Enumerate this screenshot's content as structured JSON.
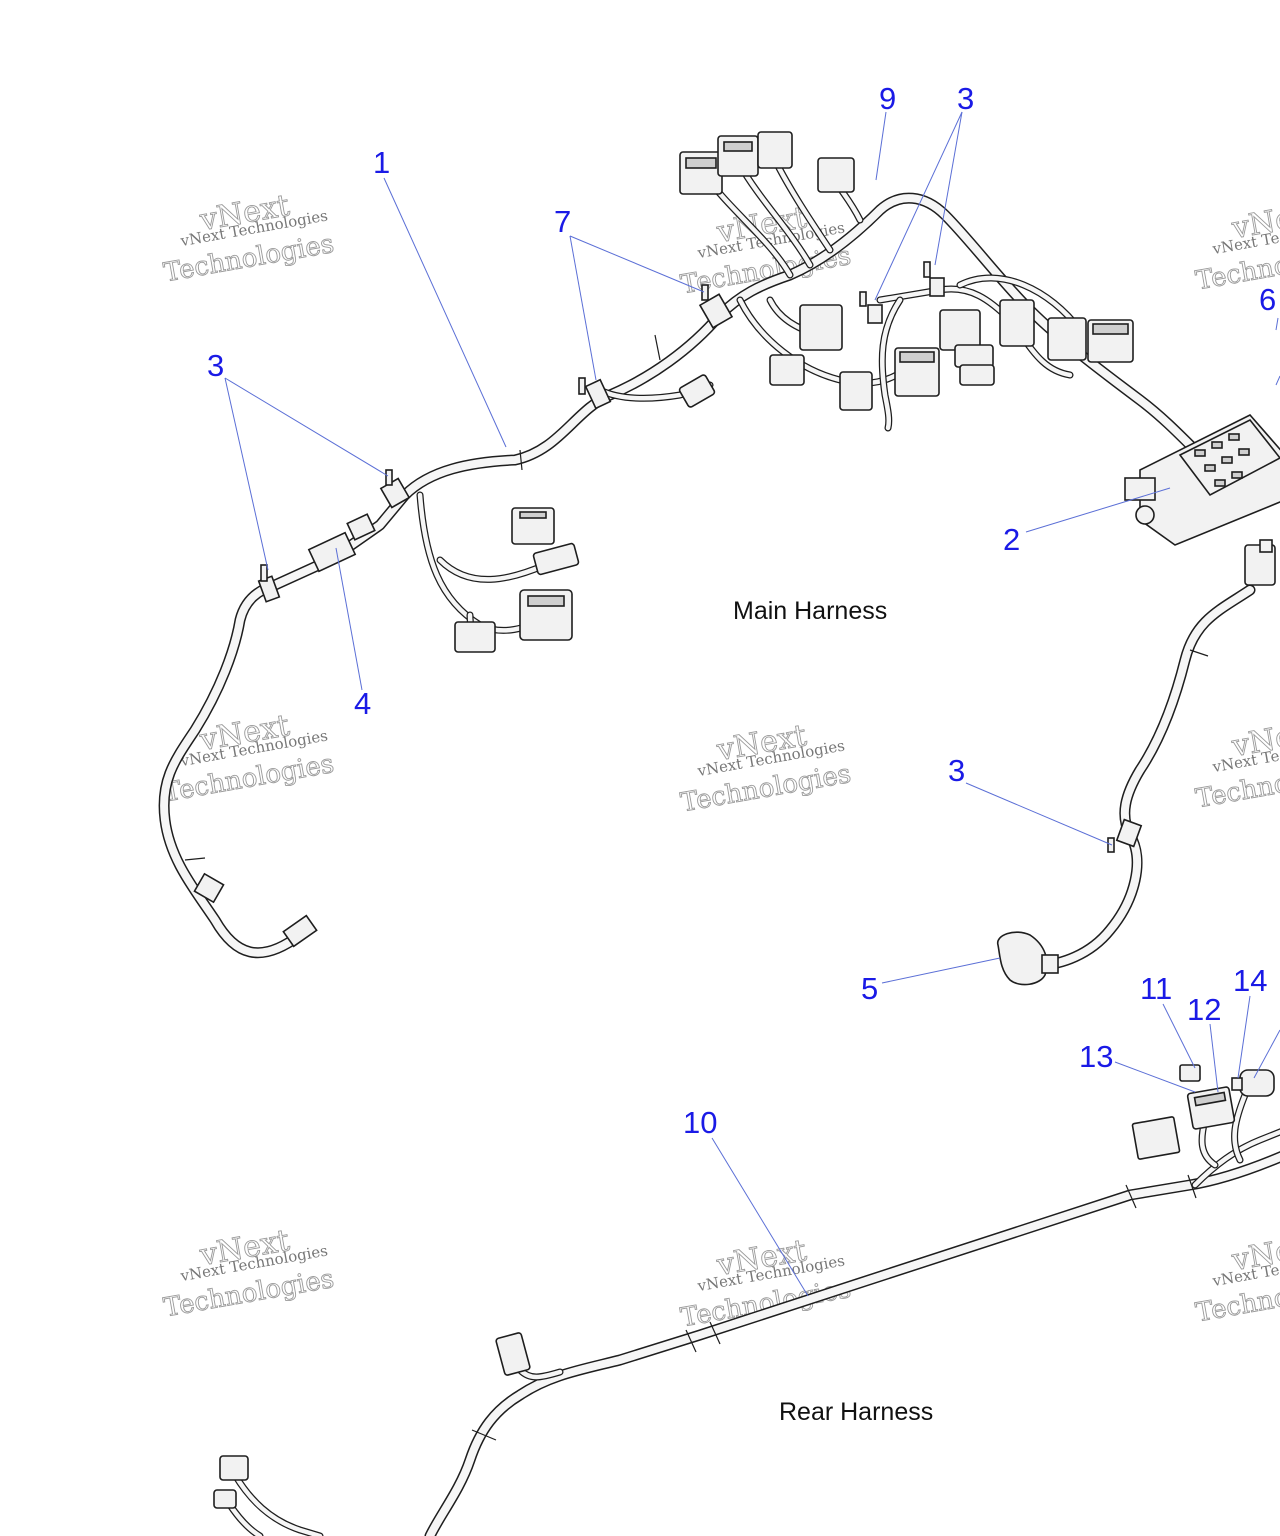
{
  "diagram": {
    "section_labels": {
      "main": "Main Harness",
      "rear": "Rear Harness"
    },
    "callouts": [
      "1",
      "2",
      "3",
      "3",
      "3",
      "4",
      "5",
      "6",
      "7",
      "9",
      "10",
      "11",
      "12",
      "13",
      "14"
    ],
    "watermark": {
      "line1": "vNext Technologies",
      "line2": "vNext",
      "line3": "Technologies"
    },
    "colors": {
      "callout": "#1a1ae6",
      "leader": "#5b6fd6",
      "label": "#111111"
    }
  }
}
